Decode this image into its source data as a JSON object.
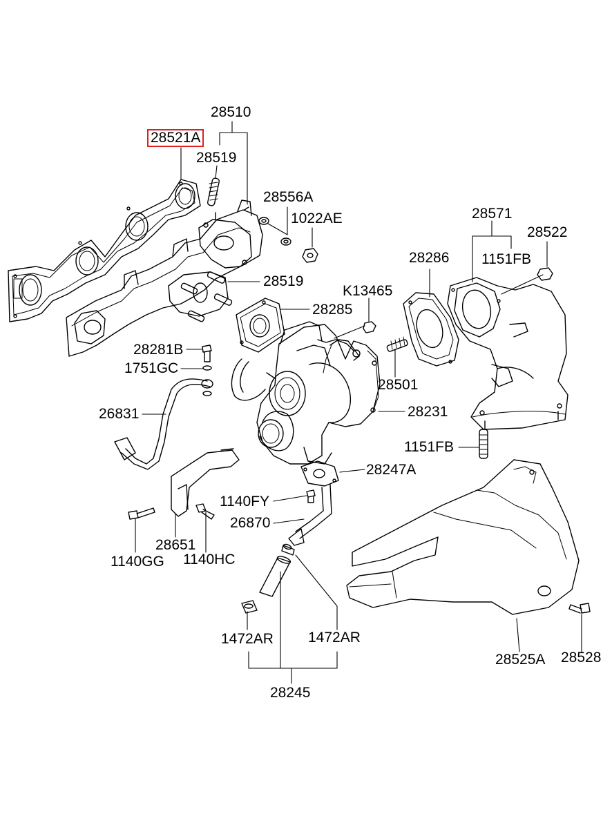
{
  "diagram": {
    "highlight_color": "#e02020",
    "line_color": "#000000",
    "selected_part": "28521A",
    "labels": {
      "p28510": "28510",
      "p28521A": "28521A",
      "p28519_top": "28519",
      "p28556A": "28556A",
      "p1022AE": "1022AE",
      "p28571": "28571",
      "p28522": "28522",
      "p28286": "28286",
      "p1151FB_top": "1151FB",
      "p28519_mid": "28519",
      "pK13465": "K13465",
      "p28285": "28285",
      "p28281B": "28281B",
      "p1751GC": "1751GC",
      "p28501": "28501",
      "p26831": "26831",
      "p28231": "28231",
      "p1151FB_bot": "1151FB",
      "p28247A": "28247A",
      "p1140FY": "1140FY",
      "p26870": "26870",
      "p28651": "28651",
      "p1140GG": "1140GG",
      "p1140HC": "1140HC",
      "p1472AR_left": "1472AR",
      "p1472AR_right": "1472AR",
      "p28525A": "28525A",
      "p28528": "28528",
      "p28245": "28245"
    }
  }
}
